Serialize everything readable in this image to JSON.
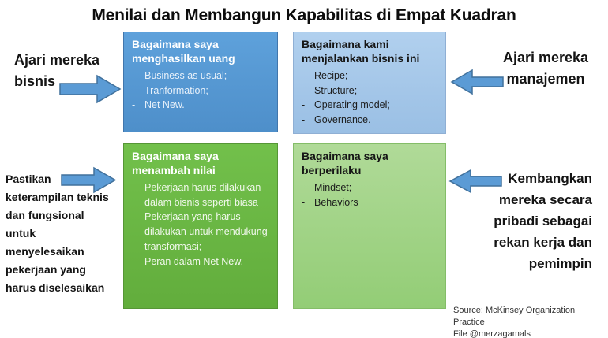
{
  "title": "Menilai dan Membangun Kapabilitas di Empat Kuadran",
  "quadrants": {
    "top_left": {
      "heading": "Bagaimana saya\nmenghasilkan uang",
      "bullets": [
        "Business as usual;",
        "Tranformation;",
        "Net New."
      ],
      "fill": "#5B9BD5",
      "border": "#4176AC",
      "heading_color": "#FFFFFF",
      "text_color": "#E8F1FA"
    },
    "top_right": {
      "heading": "Bagaimana kami\nmenjalankan bisnis ini",
      "bullets": [
        "Recipe;",
        "Structure;",
        "Operating model;",
        "Governance."
      ],
      "fill": "#A5C8EA",
      "border": "#8FAFD4",
      "heading_color": "#161616",
      "text_color": "#1C1C1C"
    },
    "bottom_left": {
      "heading": "Bagaimana saya\nmenambah nilai",
      "bullets": [
        "Pekerjaan harus dilakukan dalam bisnis seperti biasa",
        "Pekerjaan yang harus dilakukan untuk mendukung transformasi;",
        "Peran dalam Net New."
      ],
      "fill": "#6BBA44",
      "border": "#569636",
      "heading_color": "#FFFFFF",
      "text_color": "#F1F8EC"
    },
    "bottom_right": {
      "heading": "Bagaimana saya\nberperilaku",
      "bullets": [
        "Mindset;",
        "Behaviors"
      ],
      "fill": "#A2D587",
      "border": "#84BD68",
      "heading_color": "#161616",
      "text_color": "#1C1C1C"
    }
  },
  "side_labels": {
    "left_top": "Ajari mereka\nbisnis",
    "left_bottom": "Pastikan\nketerampilan teknis\ndan fungsional\nuntuk\nmenyelesaikan\npekerjaan yang\nharus diselesaikan",
    "right_top": "Ajari mereka\nmanajemen",
    "right_bottom": "Kembangkan\nmereka secara\npribadi sebagai\nrekan kerja dan\npemimpin"
  },
  "arrows": {
    "fill": "#5B9BD5",
    "stroke": "#41719C"
  },
  "source": {
    "line1": "Source: McKinsey Organization Practice",
    "line2": "File @merzagamals"
  }
}
